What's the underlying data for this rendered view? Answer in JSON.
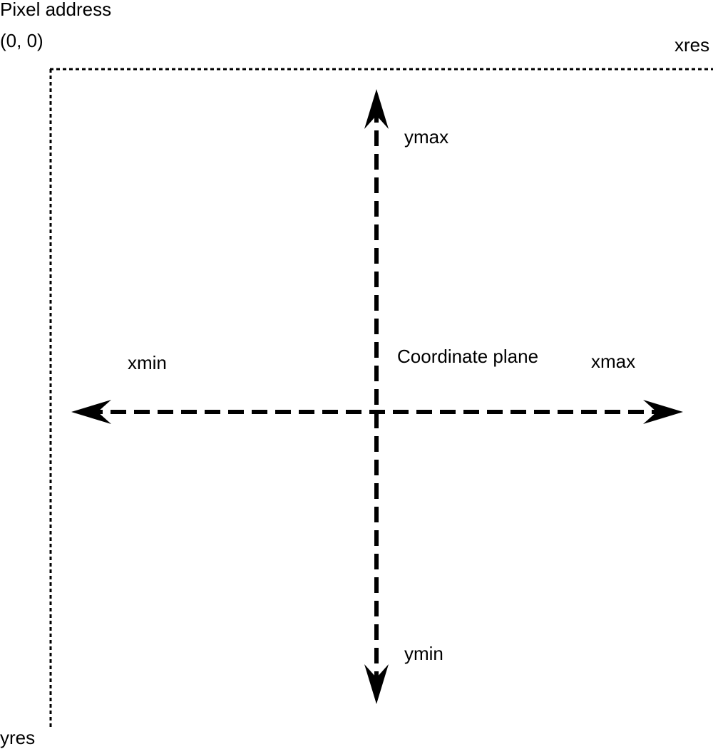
{
  "labels": {
    "pixel_address": "Pixel address",
    "origin": "(0, 0)",
    "xres": "xres",
    "yres": "yres",
    "ymax": "ymax",
    "ymin": "ymin",
    "xmin": "xmin",
    "xmax": "xmax",
    "coordinate_plane": "Coordinate plane"
  },
  "colors": {
    "stroke": "#000000",
    "background": "#ffffff"
  }
}
